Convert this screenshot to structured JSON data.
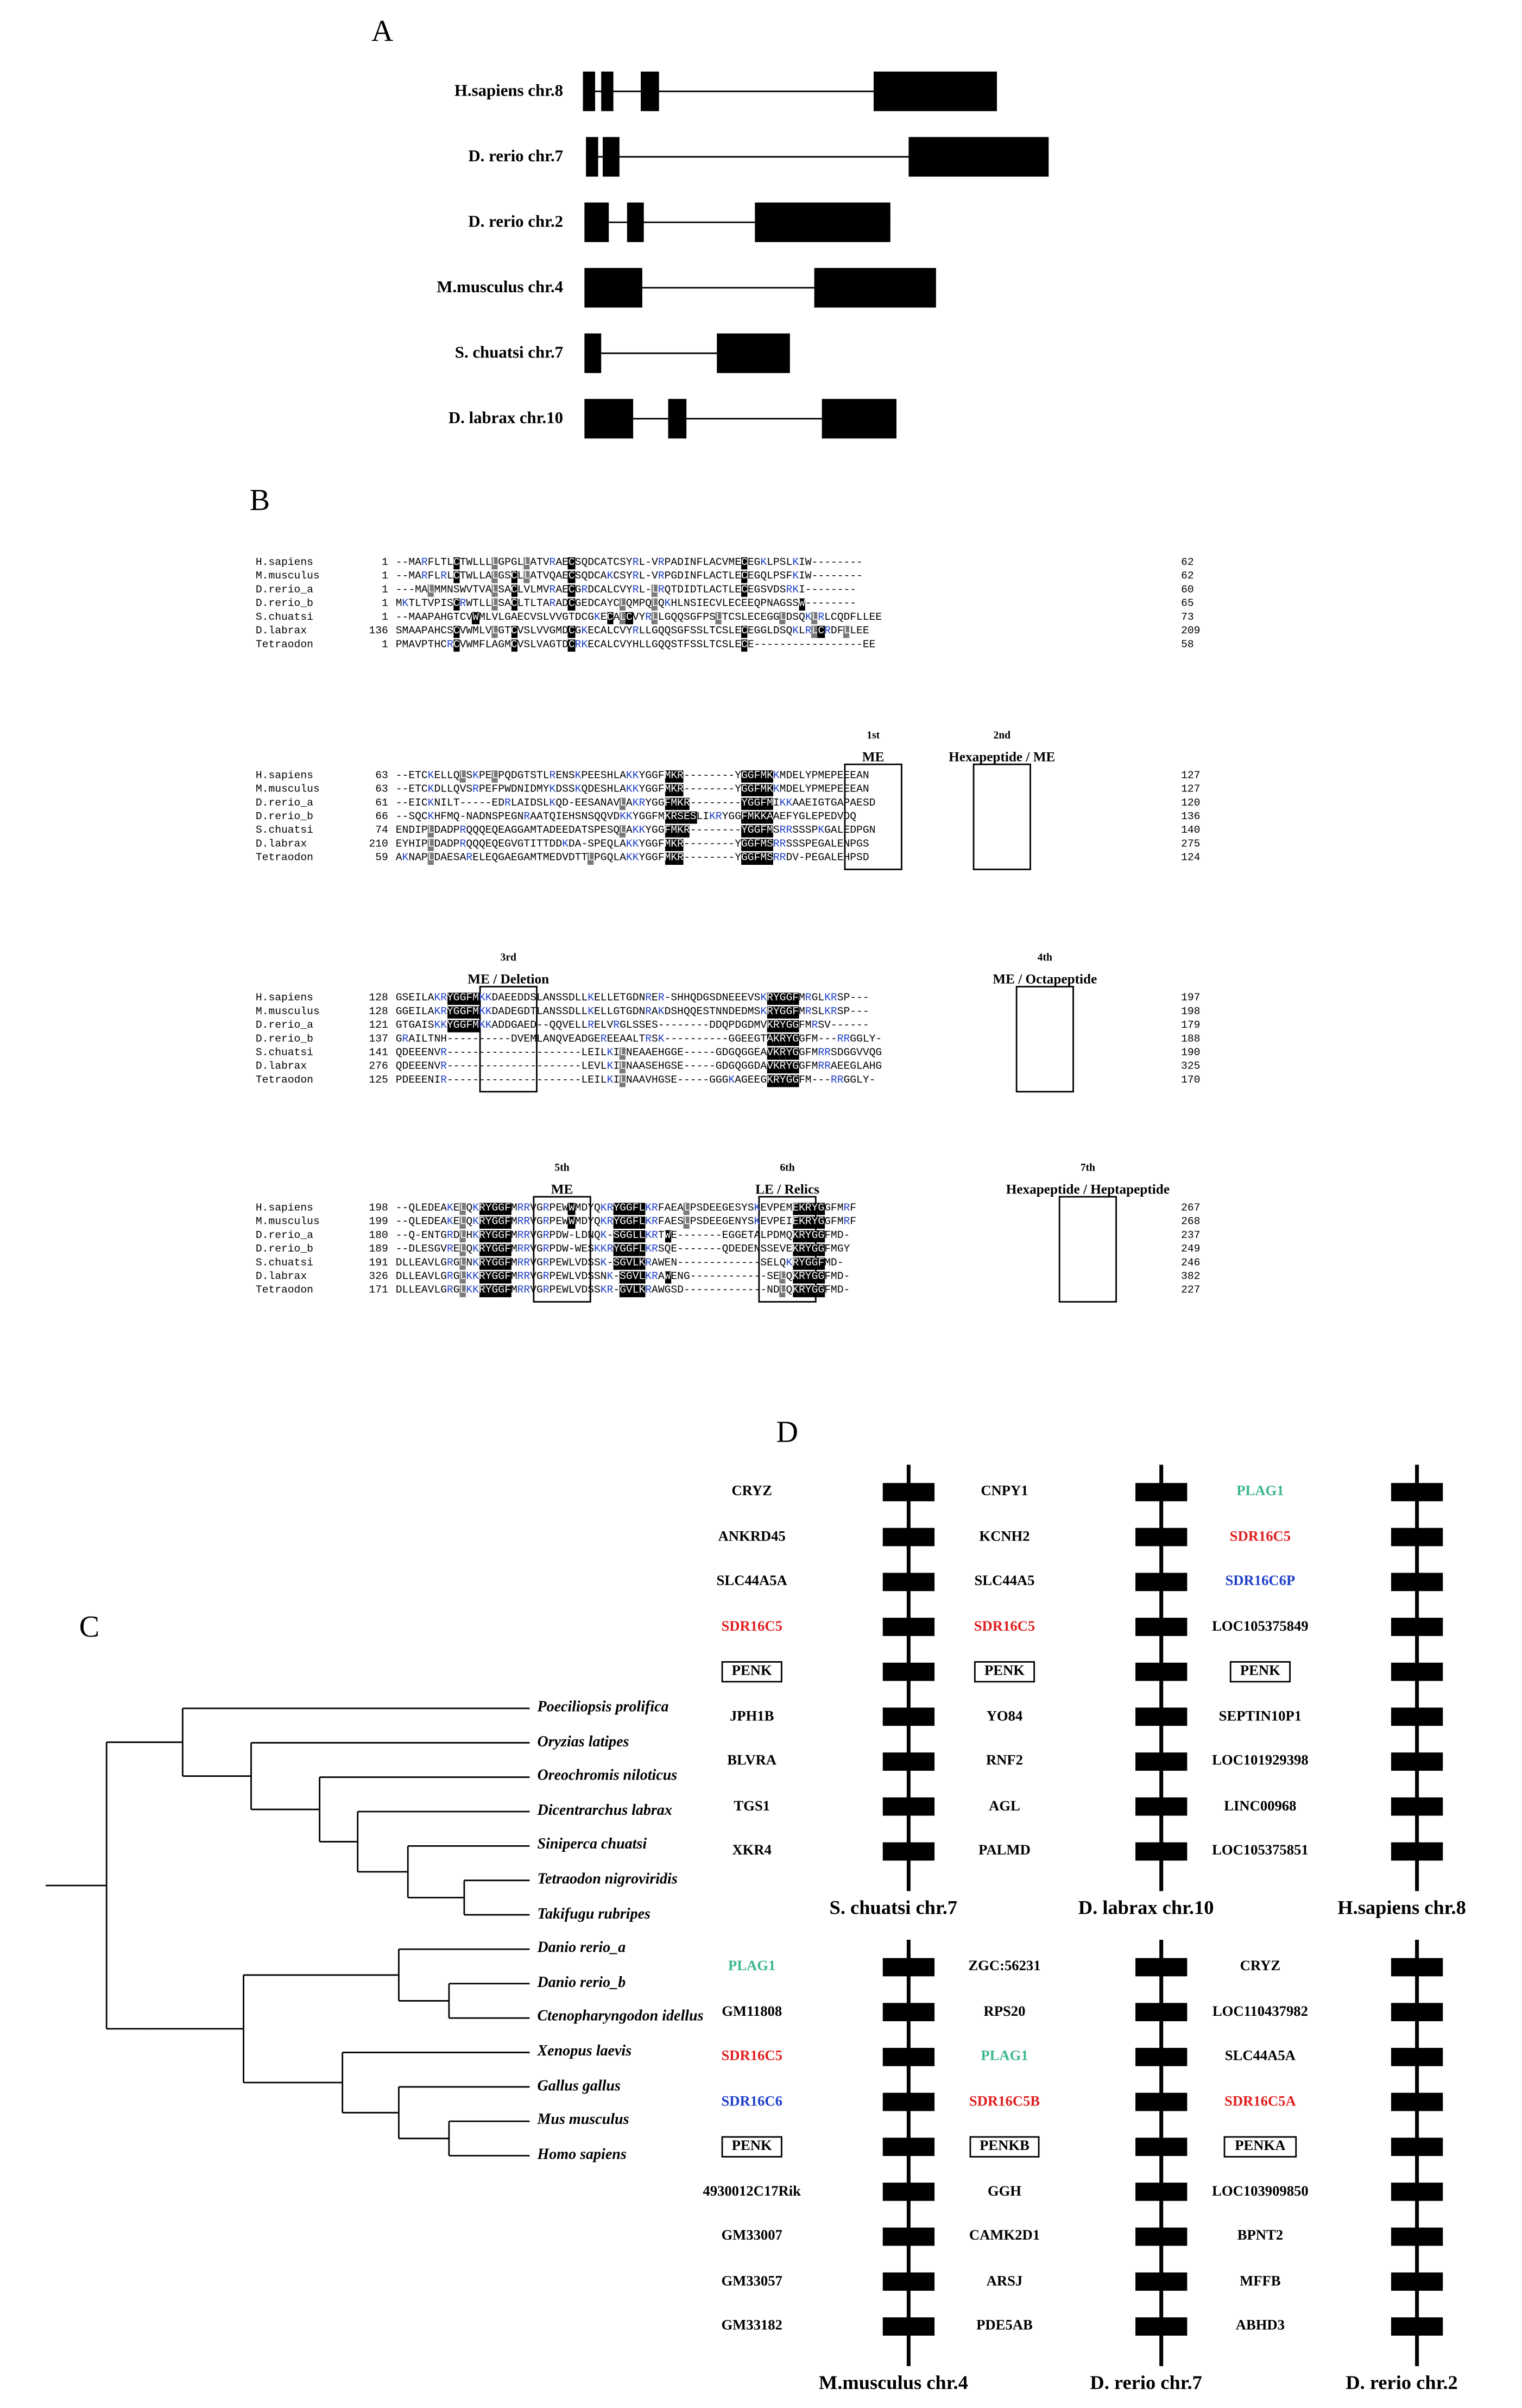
{
  "panels": {
    "A": "A",
    "B": "B",
    "C": "C",
    "D": "D"
  },
  "colors": {
    "red": "#e02020",
    "blue": "#2040c8",
    "green": "#3cb88a",
    "black": "#000000",
    "gray": "#7a7a7a"
  },
  "panel_a": {
    "rows": [
      {
        "label": "H.sapiens  chr.8",
        "exons": [
          [
            383,
            391
          ],
          [
            395,
            403
          ],
          [
            421,
            433
          ],
          [
            574,
            655
          ]
        ],
        "line": [
          383,
          655
        ]
      },
      {
        "label": "D. rerio  chr.7",
        "exons": [
          [
            385,
            393
          ],
          [
            396,
            407
          ],
          [
            597,
            689
          ]
        ],
        "line": [
          385,
          689
        ]
      },
      {
        "label": "D. rerio  chr.2",
        "exons": [
          [
            384,
            400
          ],
          [
            412,
            423
          ],
          [
            496,
            585
          ]
        ],
        "line": [
          384,
          585
        ]
      },
      {
        "label": "M.musculus  chr.4",
        "exons": [
          [
            384,
            422
          ],
          [
            535,
            615
          ]
        ],
        "line": [
          384,
          615
        ]
      },
      {
        "label": "S. chuatsi  chr.7",
        "exons": [
          [
            384,
            395
          ],
          [
            471,
            519
          ]
        ],
        "line": [
          384,
          519
        ]
      },
      {
        "label": "D. labrax  chr.10",
        "exons": [
          [
            384,
            416
          ],
          [
            439,
            451
          ],
          [
            540,
            589
          ]
        ],
        "line": [
          384,
          589
        ]
      }
    ]
  },
  "panel_b": {
    "blocks": [
      {
        "rows": [
          {
            "name": "H.sapiens",
            "start": "1",
            "seq": "--MARFLTLCTWLLLLGPGLLATVRAECSQDCATCSYRL-VRPADINFLACVMECEGKLPSLKIW--------",
            "end": "62"
          },
          {
            "name": "M.musculus",
            "start": "1",
            "seq": "--MARFLRLCTWLLALGSCLLATVQAECSQDCAKCSYRL-VRPGDINFLACTLECEGQLPSFKIW--------",
            "end": "62"
          },
          {
            "name": "D.rerio_a",
            "start": "1",
            "seq": "---MALMMNSWVTVALSACLVLMVRAECGRDCALCVYRL-LRQTDIDTLACTLECEGSVDSRKI--------",
            "end": "60"
          },
          {
            "name": "D.rerio_b",
            "start": "1",
            "seq": "MKTLTVPISCRWTLLLSACLTLTARADCGEDCAYCLQMPQLQKHLNSIECVLECEEQPNAGSSW--------",
            "end": "65"
          },
          {
            "name": "S.chuatsi",
            "start": "1",
            "seq": "--MAAPAHGTCVWMLVLGAECVSLVVGTDCGKECALCVYRLLGQQSGFPSLTCSLECEGGLDSQKLRLCQDFLLEE",
            "end": "73"
          },
          {
            "name": "D.labrax",
            "start": "136",
            "seq": "SMAAPAHCSCVWMLVLGTCVSLVVGMDCGKECALCVYRLLGQQSGFSSLTCSLECEGGLDSQKLRLCRDFLLEE",
            "end": "209"
          },
          {
            "name": "Tetraodon",
            "start": "1",
            "seq": "PMAVPTHCRCVWMFLAGMCVSLVAGTDCRKECALCVYHLLGQQSTFSSLTCSLECE-----------------EE",
            "end": "58"
          }
        ]
      },
      {
        "labels": [
          {
            "sup": "1st",
            "text": "ME"
          },
          {
            "sup": "2nd",
            "text": "Hexapeptide / ME"
          }
        ],
        "rows": [
          {
            "name": "H.sapiens",
            "start": "63",
            "seq": "--ETCKELLQLSKPELPQDGTSTLRENSKPEESHLAKKYGGFMKR--------YGGFMKKMDELYPMEPEEEAN",
            "end": "127"
          },
          {
            "name": "M.musculus",
            "start": "63",
            "seq": "--ETCKDLLQVSRPEFPWDNIDMYKDSSKQDESHLAKKYGGFMKR--------YGGFMKKMDELYPMEPEEEAN",
            "end": "127"
          },
          {
            "name": "D.rerio_a",
            "start": "61",
            "seq": "--EICKNILT-----EDRLAIDSLKQD-EESANAVLAKRYGGFMKR--------YGGFMIKKAAEIGTGAPAESD",
            "end": "120"
          },
          {
            "name": "D.rerio_b",
            "start": "66",
            "seq": "--SQCKHFMQ-NADNSPEGNRAATQIEHSNSQQVDKKYGGFMKRSESLIKRYGGFMKKAAEFYGLEPEDVDQ",
            "end": "136"
          },
          {
            "name": "S.chuatsi",
            "start": "74",
            "seq": "ENDIPLDADPRQQQEQEAGGAMTADEEDATSPESQLAKKYGGFMKR--------YGGFMSRRSSSPKGALEDPGN",
            "end": "140"
          },
          {
            "name": "D.labrax",
            "start": "210",
            "seq": "EYHIPLDADPRQQQEQEGVGTITTDDKDA-SPEQLAKKYGGFMKR--------YGGFMSRRSSSPEGALENPGS",
            "end": "275"
          },
          {
            "name": "Tetraodon",
            "start": "59",
            "seq": "AKNAPLDAESARELEQGAEGAMTMEDVDTTLPGQLAKKYGGFMKR--------YGGFMSRRDV-PEGALEHPSD",
            "end": "124"
          }
        ]
      },
      {
        "labels": [
          {
            "sup": "3rd",
            "text": "ME / Deletion"
          },
          {
            "sup": "4th",
            "text": "ME / Octapeptide"
          }
        ],
        "rows": [
          {
            "name": "H.sapiens",
            "start": "128",
            "seq": "GSEILAKRYGGFMKKDAEEDDSLANSSDLLKELLETGDNRER-SHHQDGSDNEEEVSKRYGGFMRGLKRSP---",
            "end": "197"
          },
          {
            "name": "M.musculus",
            "start": "128",
            "seq": "GGEILAKRYGGFMKKDADEGDTLANSSDLLKELLGTGDNRAKDSHQQESTNNDEDMSKRYGGFMRSLKRSP---",
            "end": "198"
          },
          {
            "name": "D.rerio_a",
            "start": "121",
            "seq": "GTGAISKKYGGFMKKADDGAED--QQVELLRELVRGLSSES--------DDQPDGDMVKRYGGFMRSV------",
            "end": "179"
          },
          {
            "name": "D.rerio_b",
            "start": "137",
            "seq": "GRAILTNH----------DVEMLANQVEADGEREEAALTRSK----------GGEEGTAKRYGGFM---RRGGLY-",
            "end": "188"
          },
          {
            "name": "S.chuatsi",
            "start": "141",
            "seq": "QDEEENVR---------------------LEILKILNEAAEHGGE-----GDGQGGEAVKRYGGFMRRSDGGVVQG",
            "end": "190"
          },
          {
            "name": "D.labrax",
            "start": "276",
            "seq": "QDEEENVR---------------------LEVLKILNAASEHGSE-----GDGQGGDAVKRYGGFMRRAEEGLAHG",
            "end": "325"
          },
          {
            "name": "Tetraodon",
            "start": "125",
            "seq": "PDEEENIR---------------------LEILKILNAAVHGSE-----GGGKAGEEGKRYGGFM---RRGGLY-",
            "end": "170"
          }
        ]
      },
      {
        "labels": [
          {
            "sup": "5th",
            "text": "ME"
          },
          {
            "sup": "6th",
            "text": "LE /  Relics"
          },
          {
            "sup": "7th",
            "text": "Hexapeptide / Heptapeptide"
          }
        ],
        "rows": [
          {
            "name": "H.sapiens",
            "start": "198",
            "seq": "--QLEDEAKELQKRYGGFMRRVGRPEWWMDYQKRYGGFLKRFAEALPSDEEGESYSKEVPEMEKRYGGFMRF",
            "end": "267"
          },
          {
            "name": "M.musculus",
            "start": "199",
            "seq": "--QLEDEAKELQKRYGGFMRRVGRPEWWMDYQKRYGGFLKRFAESLPSDEEGENYSKEVPEIEKRYGGFMRF",
            "end": "268"
          },
          {
            "name": "D.rerio_a",
            "start": "180",
            "seq": "--Q-ENTGRDLHKRYGGFMRRVGRPDW-LDNQK-SGGLLKRTWE-------EGGETALPDMQKRYGGFMD-",
            "end": "237"
          },
          {
            "name": "D.rerio_b",
            "start": "189",
            "seq": "--DLESGVRELQKRYGGFMRRVGRPDW-WESKKRYGGFLKRSQE-------QDEDENSSEVEKRYGGFMGY",
            "end": "249"
          },
          {
            "name": "S.chuatsi",
            "start": "191",
            "seq": "DLLEAVLGRGLNKRYGGFMRRVGRPEWLVDSSK-SGVLKRAWEN-------------SELQKRYGGFMD-",
            "end": "246"
          },
          {
            "name": "D.labrax",
            "start": "326",
            "seq": "DLLEAVLGRGLKKRYGGFMRRVGRPEWLVDSSNK-SGVLKRAWENG------------SELQKRYGGFMD-",
            "end": "382"
          },
          {
            "name": "Tetraodon",
            "start": "171",
            "seq": "DLLEAVLGRGLKKRYGGFMRRVGRPEWLVDSSKR-GVLKRAWGSD-------------NDLQKRYGGFMD-",
            "end": "227"
          }
        ]
      }
    ]
  },
  "panel_c": {
    "taxa": [
      "Poeciliopsis prolifica",
      "Oryzias latipes",
      "Oreochromis niloticus",
      "Dicentrarchus labrax",
      "Siniperca chuatsi",
      "Tetraodon nigroviridis",
      "Takifugu rubripes",
      "Danio rerio_a",
      "Danio rerio_b",
      "Ctenopharyngodon idellus",
      "Xenopus laevis",
      "Gallus gallus",
      "Mus musculus",
      "Homo sapiens"
    ]
  },
  "panel_d": {
    "loci": [
      {
        "label": "S. chuatsi  chr.7",
        "genes": [
          {
            "name": "CRYZ",
            "color": "black"
          },
          {
            "name": "ANKRD45",
            "color": "black"
          },
          {
            "name": "SLC44A5A",
            "color": "black"
          },
          {
            "name": "SDR16C5",
            "color": "red"
          },
          {
            "name": "PENK",
            "color": "black",
            "boxed": true
          },
          {
            "name": "JPH1B",
            "color": "black"
          },
          {
            "name": "BLVRA",
            "color": "black"
          },
          {
            "name": "TGS1",
            "color": "black"
          },
          {
            "name": "XKR4",
            "color": "black"
          }
        ]
      },
      {
        "label": "D. labrax  chr.10",
        "genes": [
          {
            "name": "CNPY1",
            "color": "black"
          },
          {
            "name": "KCNH2",
            "color": "black"
          },
          {
            "name": "SLC44A5",
            "color": "black"
          },
          {
            "name": "SDR16C5",
            "color": "red"
          },
          {
            "name": "PENK",
            "color": "black",
            "boxed": true
          },
          {
            "name": "YO84",
            "color": "black"
          },
          {
            "name": "RNF2",
            "color": "black"
          },
          {
            "name": "AGL",
            "color": "black"
          },
          {
            "name": "PALMD",
            "color": "black"
          }
        ]
      },
      {
        "label": "H.sapiens  chr.8",
        "genes": [
          {
            "name": "PLAG1",
            "color": "green"
          },
          {
            "name": "SDR16C5",
            "color": "red"
          },
          {
            "name": "SDR16C6P",
            "color": "blue"
          },
          {
            "name": "LOC105375849",
            "color": "black"
          },
          {
            "name": "PENK",
            "color": "black",
            "boxed": true
          },
          {
            "name": "SEPTIN10P1",
            "color": "black"
          },
          {
            "name": "LOC101929398",
            "color": "black"
          },
          {
            "name": "LINC00968",
            "color": "black"
          },
          {
            "name": "LOC105375851",
            "color": "black"
          }
        ]
      },
      {
        "label": "M.musculus  chr.4",
        "genes": [
          {
            "name": "PLAG1",
            "color": "green"
          },
          {
            "name": "GM11808",
            "color": "black"
          },
          {
            "name": "SDR16C5",
            "color": "red"
          },
          {
            "name": "SDR16C6",
            "color": "blue"
          },
          {
            "name": "PENK",
            "color": "black",
            "boxed": true
          },
          {
            "name": "4930012C17Rik",
            "color": "black"
          },
          {
            "name": "GM33007",
            "color": "black"
          },
          {
            "name": "GM33057",
            "color": "black"
          },
          {
            "name": "GM33182",
            "color": "black"
          }
        ]
      },
      {
        "label": "D. rerio  chr.7",
        "genes": [
          {
            "name": "ZGC:56231",
            "color": "black"
          },
          {
            "name": "RPS20",
            "color": "black"
          },
          {
            "name": "PLAG1",
            "color": "green"
          },
          {
            "name": "SDR16C5B",
            "color": "red"
          },
          {
            "name": "PENKB",
            "color": "black",
            "boxed": true
          },
          {
            "name": "GGH",
            "color": "black"
          },
          {
            "name": "CAMK2D1",
            "color": "black"
          },
          {
            "name": "ARSJ",
            "color": "black"
          },
          {
            "name": "PDE5AB",
            "color": "black"
          }
        ]
      },
      {
        "label": "D. rerio  chr.2",
        "genes": [
          {
            "name": "CRYZ",
            "color": "black"
          },
          {
            "name": "LOC110437982",
            "color": "black"
          },
          {
            "name": "SLC44A5A",
            "color": "black"
          },
          {
            "name": "SDR16C5A",
            "color": "red"
          },
          {
            "name": "PENKA",
            "color": "black",
            "boxed": true
          },
          {
            "name": "LOC103909850",
            "color": "black"
          },
          {
            "name": "BPNT2",
            "color": "black"
          },
          {
            "name": "MFFB",
            "color": "black"
          },
          {
            "name": "ABHD3",
            "color": "black"
          }
        ]
      }
    ]
  }
}
